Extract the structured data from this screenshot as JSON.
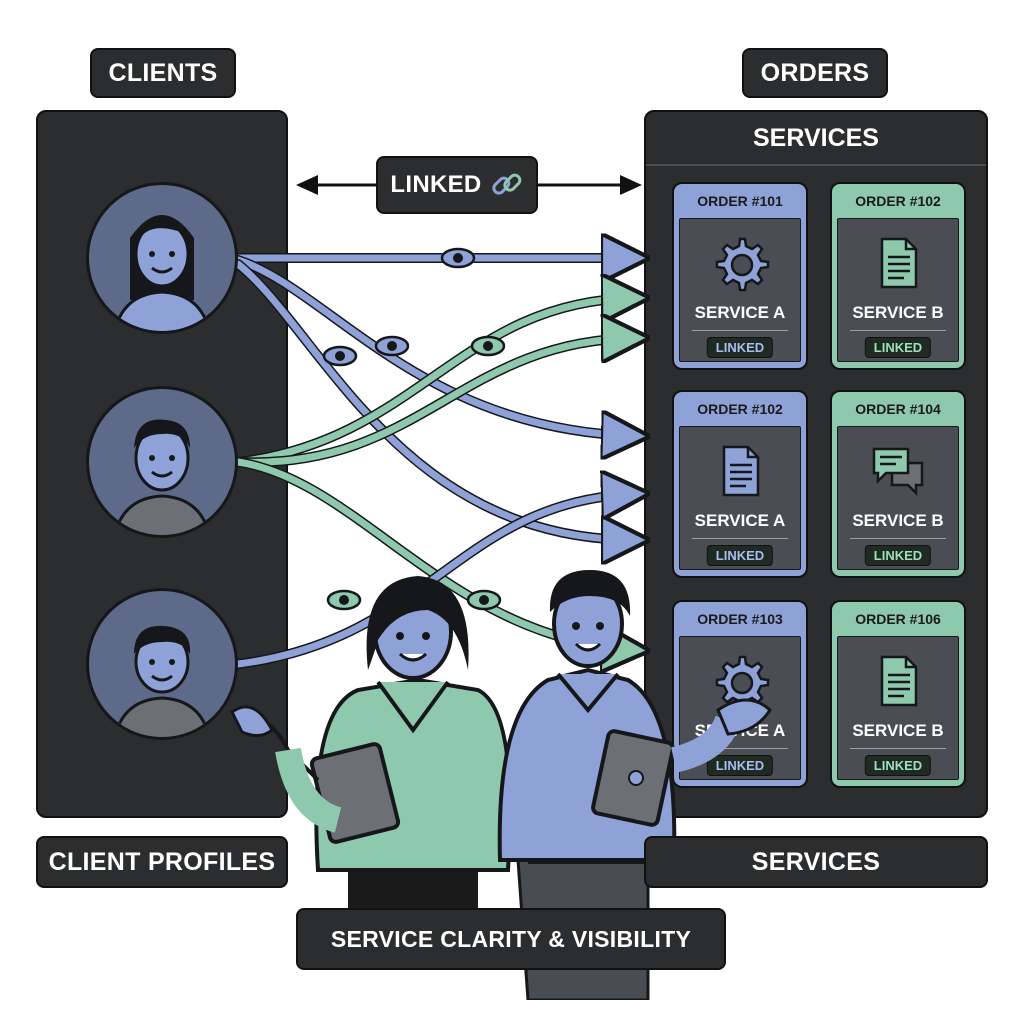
{
  "labels": {
    "clients": "CLIENTS",
    "orders": "ORDERS",
    "services_header": "SERVICES",
    "linked": "LINKED",
    "client_profiles": "CLIENT PROFILES",
    "services_footer": "SERVICES",
    "service_clarity": "SERVICE CLARITY & VISIBILITY"
  },
  "clients": [
    {
      "avatar": "woman-avatar"
    },
    {
      "avatar": "man-avatar"
    },
    {
      "avatar": "boy-avatar"
    }
  ],
  "orders": [
    {
      "order": "ORDER #101",
      "service": "SERVICE A",
      "status": "LINKED",
      "color": "blue",
      "icon": "gear-icon"
    },
    {
      "order": "ORDER #102",
      "service": "SERVICE B",
      "status": "LINKED",
      "color": "green",
      "icon": "document-icon"
    },
    {
      "order": "ORDER #102",
      "service": "SERVICE A",
      "status": "LINKED",
      "color": "blue",
      "icon": "document-icon"
    },
    {
      "order": "ORDER #104",
      "service": "SERVICE B",
      "status": "LINKED",
      "color": "green",
      "icon": "chat-icon"
    },
    {
      "order": "ORDER #103",
      "service": "SERVICE A",
      "status": "LINKED",
      "color": "blue",
      "icon": "gear-icon"
    },
    {
      "order": "ORDER #106",
      "service": "SERVICE B",
      "status": "LINKED",
      "color": "green",
      "icon": "document-icon"
    }
  ],
  "colors": {
    "panel": "#2b2d2e",
    "blue_link": "#8ea2d8",
    "green_link": "#8fc9ad",
    "avatar_bg": "#5e6a8a"
  }
}
